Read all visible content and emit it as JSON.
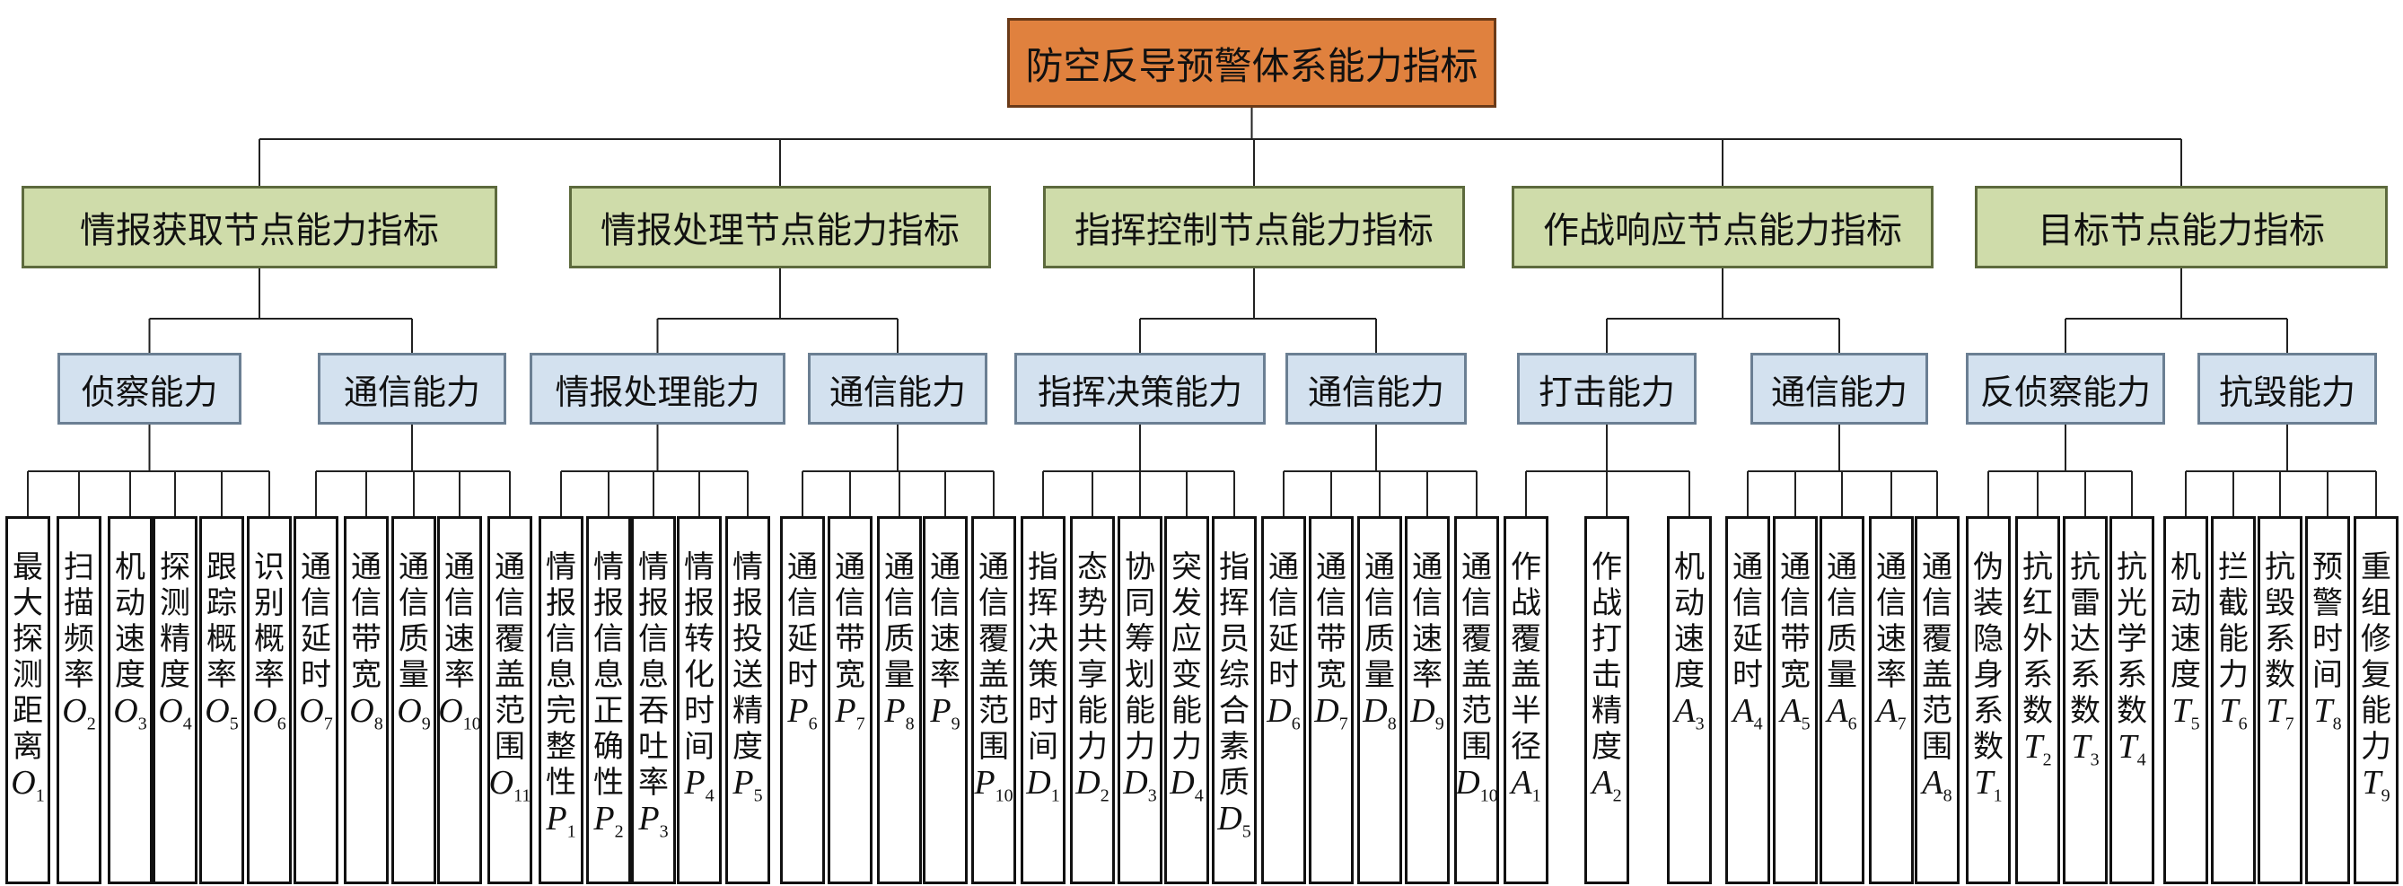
{
  "root": "防空反导预警体系能力指标",
  "branches": [
    {
      "label": "情报获取节点能力指标",
      "groups": [
        {
          "label": "侦察能力",
          "leaves": [
            {
              "text": "最大探测距离",
              "sym": "O",
              "sub": "1"
            },
            {
              "text": "扫描频率",
              "sym": "O",
              "sub": "2"
            },
            {
              "text": "机动速度",
              "sym": "O",
              "sub": "3"
            },
            {
              "text": "探测精度",
              "sym": "O",
              "sub": "4"
            },
            {
              "text": "跟踪概率",
              "sym": "O",
              "sub": "5"
            },
            {
              "text": "识别概率",
              "sym": "O",
              "sub": "6"
            }
          ]
        },
        {
          "label": "通信能力",
          "leaves": [
            {
              "text": "通信延时",
              "sym": "O",
              "sub": "7"
            },
            {
              "text": "通信带宽",
              "sym": "O",
              "sub": "8"
            },
            {
              "text": "通信质量",
              "sym": "O",
              "sub": "9"
            },
            {
              "text": "通信速率",
              "sym": "O",
              "sub": "10"
            },
            {
              "text": "通信覆盖范围",
              "sym": "O",
              "sub": "11"
            }
          ]
        }
      ]
    },
    {
      "label": "情报处理节点能力指标",
      "groups": [
        {
          "label": "情报处理能力",
          "leaves": [
            {
              "text": "情报信息完整性",
              "sym": "P",
              "sub": "1"
            },
            {
              "text": "情报信息正确性",
              "sym": "P",
              "sub": "2"
            },
            {
              "text": "情报信息吞吐率",
              "sym": "P",
              "sub": "3"
            },
            {
              "text": "情报转化时间",
              "sym": "P",
              "sub": "4"
            },
            {
              "text": "情报投送精度",
              "sym": "P",
              "sub": "5"
            }
          ]
        },
        {
          "label": "通信能力",
          "leaves": [
            {
              "text": "通信延时",
              "sym": "P",
              "sub": "6"
            },
            {
              "text": "通信带宽",
              "sym": "P",
              "sub": "7"
            },
            {
              "text": "通信质量",
              "sym": "P",
              "sub": "8"
            },
            {
              "text": "通信速率",
              "sym": "P",
              "sub": "9"
            },
            {
              "text": "通信覆盖范围",
              "sym": "P",
              "sub": "10"
            }
          ]
        }
      ]
    },
    {
      "label": "指挥控制节点能力指标",
      "groups": [
        {
          "label": "指挥决策能力",
          "leaves": [
            {
              "text": "指挥决策时间",
              "sym": "D",
              "sub": "1"
            },
            {
              "text": "态势共享能力",
              "sym": "D",
              "sub": "2"
            },
            {
              "text": "协同筹划能力",
              "sym": "D",
              "sub": "3"
            },
            {
              "text": "突发应变能力",
              "sym": "D",
              "sub": "4"
            },
            {
              "text": "指挥员综合素质",
              "sym": "D",
              "sub": "5"
            }
          ]
        },
        {
          "label": "通信能力",
          "leaves": [
            {
              "text": "通信延时",
              "sym": "D",
              "sub": "6"
            },
            {
              "text": "通信带宽",
              "sym": "D",
              "sub": "7"
            },
            {
              "text": "通信质量",
              "sym": "D",
              "sub": "8"
            },
            {
              "text": "通信速率",
              "sym": "D",
              "sub": "9"
            },
            {
              "text": "通信覆盖范围",
              "sym": "D",
              "sub": "10"
            }
          ]
        }
      ]
    },
    {
      "label": "作战响应节点能力指标",
      "groups": [
        {
          "label": "打击能力",
          "leaves": [
            {
              "text": "作战覆盖半径",
              "sym": "A",
              "sub": "1"
            },
            {
              "text": "作战打击精度",
              "sym": "A",
              "sub": "2"
            },
            {
              "text": "机动速度",
              "sym": "A",
              "sub": "3"
            }
          ]
        },
        {
          "label": "通信能力",
          "leaves": [
            {
              "text": "通信延时",
              "sym": "A",
              "sub": "4"
            },
            {
              "text": "通信带宽",
              "sym": "A",
              "sub": "5"
            },
            {
              "text": "通信质量",
              "sym": "A",
              "sub": "6"
            },
            {
              "text": "通信速率",
              "sym": "A",
              "sub": "7"
            },
            {
              "text": "通信覆盖范围",
              "sym": "A",
              "sub": "8"
            }
          ]
        }
      ]
    },
    {
      "label": "目标节点能力指标",
      "groups": [
        {
          "label": "反侦察能力",
          "leaves": [
            {
              "text": "伪装隐身系数",
              "sym": "T",
              "sub": "1"
            },
            {
              "text": "抗红外系数",
              "sym": "T",
              "sub": "2"
            },
            {
              "text": "抗雷达系数",
              "sym": "T",
              "sub": "3"
            },
            {
              "text": "抗光学系数",
              "sym": "T",
              "sub": "4"
            }
          ]
        },
        {
          "label": "抗毁能力",
          "leaves": [
            {
              "text": "机动速度",
              "sym": "T",
              "sub": "5"
            },
            {
              "text": "拦截能力",
              "sym": "T",
              "sub": "6"
            },
            {
              "text": "抗毁系数",
              "sym": "T",
              "sub": "7"
            },
            {
              "text": "预警时间",
              "sym": "T",
              "sub": "8"
            },
            {
              "text": "重组修复能力",
              "sym": "T",
              "sub": "9"
            }
          ]
        }
      ]
    }
  ]
}
